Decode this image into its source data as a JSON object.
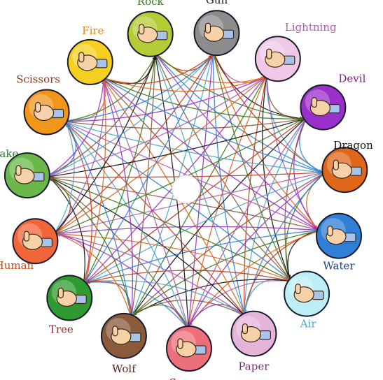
{
  "nodes": [
    {
      "id": "rock",
      "label": "Rock",
      "color": "#b5cc36",
      "label_color": "#3b7a1e",
      "icon": "fist-icon"
    },
    {
      "id": "gun",
      "label": "Gun",
      "color": "#8c8c8c",
      "label_color": "#222222",
      "icon": "finger-gun-icon"
    },
    {
      "id": "lightning",
      "label": "Lightning",
      "color": "#f0c8e8",
      "label_color": "#b05ab0",
      "icon": "pinch-hand-icon"
    },
    {
      "id": "devil",
      "label": "Devil",
      "color": "#9b2fc9",
      "label_color": "#7a1f86",
      "icon": "horns-hand-icon"
    },
    {
      "id": "dragon",
      "label": "Dragon",
      "color": "#e0661a",
      "label_color": "#111111",
      "icon": "claw-hand-icon"
    },
    {
      "id": "water",
      "label": "Water",
      "color": "#2f7fd6",
      "label_color": "#1b3f8a",
      "icon": "cupped-hand-icon"
    },
    {
      "id": "air",
      "label": "Air",
      "color": "#bdeef5",
      "label_color": "#4aa9c9",
      "icon": "ok-hand-icon"
    },
    {
      "id": "paper",
      "label": "Paper",
      "color": "#e6b3d9",
      "label_color": "#7a2f6e",
      "icon": "flat-hand-icon"
    },
    {
      "id": "sponge",
      "label": "Sponge",
      "color": "#ee6f7c",
      "label_color": "#8a1a2a",
      "icon": "squeeze-hand-icon"
    },
    {
      "id": "wolf",
      "label": "Wolf",
      "color": "#8a5a3a",
      "label_color": "#4a2a1a",
      "icon": "wolf-hand-icon"
    },
    {
      "id": "tree",
      "label": "Tree",
      "color": "#2f9a2f",
      "label_color": "#8a2a2a",
      "icon": "down-thumb-hand-icon"
    },
    {
      "id": "human",
      "label": "Human",
      "color": "#f0663a",
      "label_color": "#c24a1a",
      "icon": "walking-fingers-icon"
    },
    {
      "id": "snake",
      "label": "Snake",
      "color": "#6ab84a",
      "label_color": "#2e7d32",
      "icon": "snake-hand-icon"
    },
    {
      "id": "scissors",
      "label": "Scissors",
      "color": "#f0961a",
      "label_color": "#8a3a1a",
      "icon": "scissors-hand-icon"
    },
    {
      "id": "fire",
      "label": "Fire",
      "color": "#f5d020",
      "label_color": "#e08a1a",
      "icon": "three-fingers-icon"
    }
  ],
  "edge_colors": [
    "#c23a1a",
    "#e0661a",
    "#3b7a1e",
    "#2f7fd6",
    "#9b2fc9",
    "#8a5a3a",
    "#4aa9c9",
    "#b05ab0",
    "#111111"
  ]
}
